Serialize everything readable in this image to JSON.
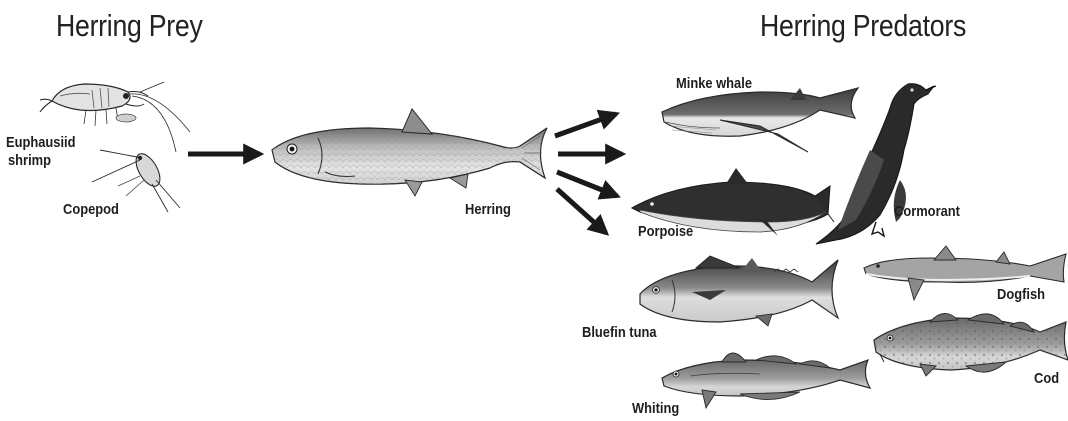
{
  "headings": {
    "prey": "Herring Prey",
    "predators": "Herring Predators"
  },
  "labels": {
    "euphausiid_line1": "Euphausiid",
    "euphausiid_line2": "shrimp",
    "copepod": "Copepod",
    "herring": "Herring",
    "minke_whale": "Minke whale",
    "porpoise": "Porpoise",
    "cormorant": "Cormorant",
    "bluefin_tuna": "Bluefin tuna",
    "dogfish": "Dogfish",
    "cod": "Cod",
    "whiting": "Whiting"
  },
  "colors": {
    "ink": "#1a1a1a",
    "fill_dark": "#3a3a3a",
    "fill_mid": "#8a8a8a",
    "fill_light": "#c8c8c8",
    "fill_pale": "#e6e6e6"
  }
}
